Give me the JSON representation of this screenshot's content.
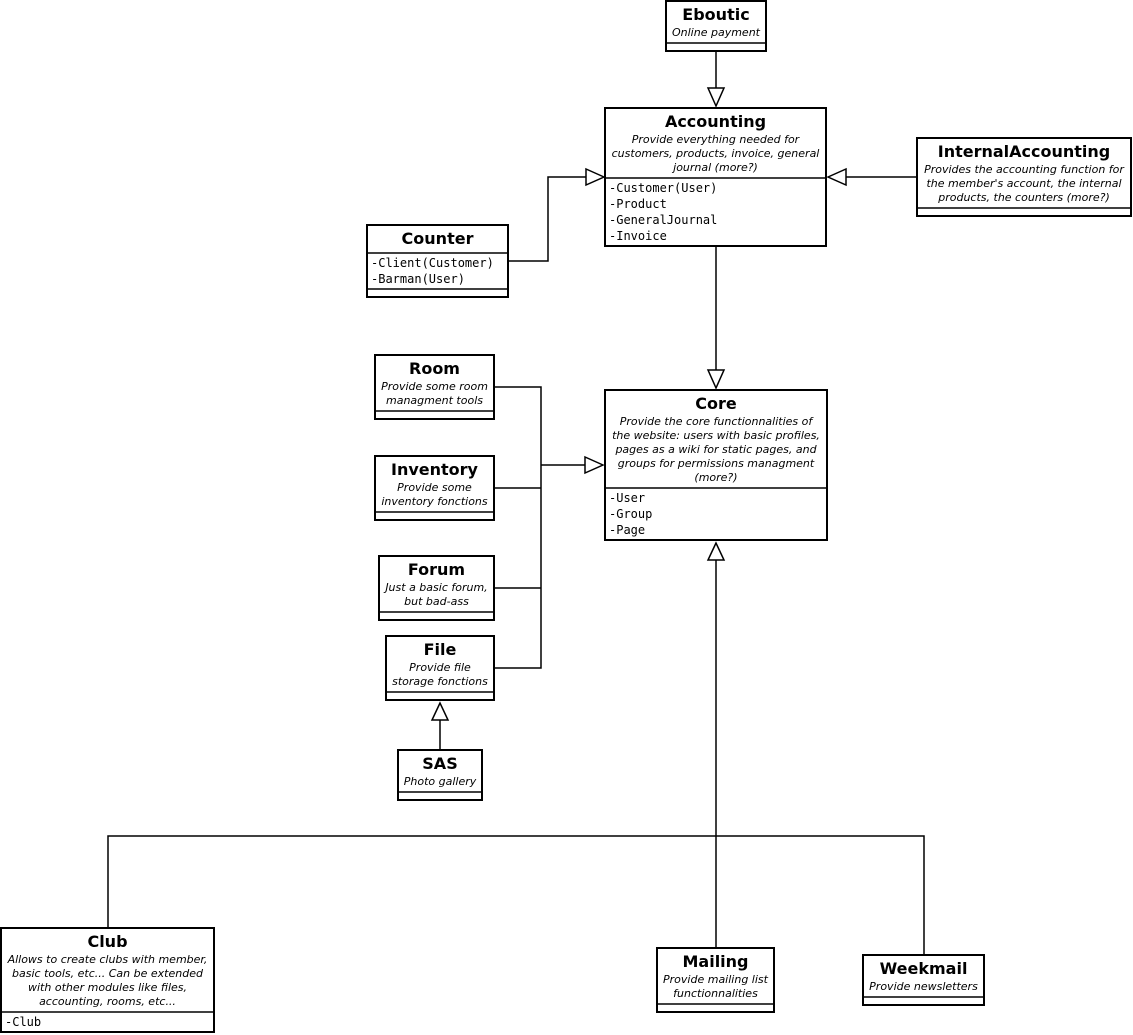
{
  "classes": {
    "eboutic": {
      "name": "Eboutic",
      "description": [
        "Online payment"
      ],
      "attributes": []
    },
    "accounting": {
      "name": "Accounting",
      "description": [
        "Provide everything needed for",
        "customers, products, invoice, general",
        "journal (more?)"
      ],
      "attributes": [
        "-Customer(User)",
        "-Product",
        "-GeneralJournal",
        "-Invoice"
      ]
    },
    "internal_accounting": {
      "name": "InternalAccounting",
      "description": [
        "Provides the accounting function for",
        "the member's account, the internal",
        "products, the counters (more?)"
      ],
      "attributes": []
    },
    "counter": {
      "name": "Counter",
      "description": [],
      "attributes": [
        "-Client(Customer)",
        "-Barman(User)"
      ]
    },
    "core": {
      "name": "Core",
      "description": [
        "Provide the core functionnalities of",
        "the website: users with basic profiles,",
        "pages as a wiki for static pages, and",
        "groups for permissions managment",
        "(more?)"
      ],
      "attributes": [
        "-User",
        "-Group",
        "-Page"
      ]
    },
    "room": {
      "name": "Room",
      "description": [
        "Provide some room",
        "managment tools"
      ],
      "attributes": []
    },
    "inventory": {
      "name": "Inventory",
      "description": [
        "Provide some",
        "inventory fonctions"
      ],
      "attributes": []
    },
    "forum": {
      "name": "Forum",
      "description": [
        "Just a basic forum,",
        "but bad-ass"
      ],
      "attributes": []
    },
    "file": {
      "name": "File",
      "description": [
        "Provide file",
        "storage fonctions"
      ],
      "attributes": []
    },
    "sas": {
      "name": "SAS",
      "description": [
        "Photo gallery"
      ],
      "attributes": []
    },
    "club": {
      "name": "Club",
      "description": [
        "Allows to create clubs with member,",
        "basic tools, etc... Can be extended",
        "with other modules like files,",
        "accounting, rooms, etc..."
      ],
      "attributes": [
        "-Club"
      ]
    },
    "mailing": {
      "name": "Mailing",
      "description": [
        "Provide mailing list",
        "functionnalities"
      ],
      "attributes": []
    },
    "weekmail": {
      "name": "Weekmail",
      "description": [
        "Provide newsletters"
      ],
      "attributes": []
    }
  },
  "relations": [
    {
      "from": "eboutic",
      "to": "accounting",
      "kind": "generalization"
    },
    {
      "from": "counter",
      "to": "accounting",
      "kind": "generalization"
    },
    {
      "from": "internal_accounting",
      "to": "accounting",
      "kind": "generalization"
    },
    {
      "from": "accounting",
      "to": "core",
      "kind": "generalization"
    },
    {
      "from": "room",
      "to": "core",
      "kind": "generalization"
    },
    {
      "from": "inventory",
      "to": "core",
      "kind": "generalization"
    },
    {
      "from": "forum",
      "to": "core",
      "kind": "generalization"
    },
    {
      "from": "file",
      "to": "core",
      "kind": "generalization"
    },
    {
      "from": "sas",
      "to": "file",
      "kind": "generalization"
    },
    {
      "from": "club",
      "to": "core",
      "kind": "generalization"
    },
    {
      "from": "mailing",
      "to": "core",
      "kind": "generalization"
    },
    {
      "from": "weekmail",
      "to": "core",
      "kind": "generalization"
    }
  ]
}
